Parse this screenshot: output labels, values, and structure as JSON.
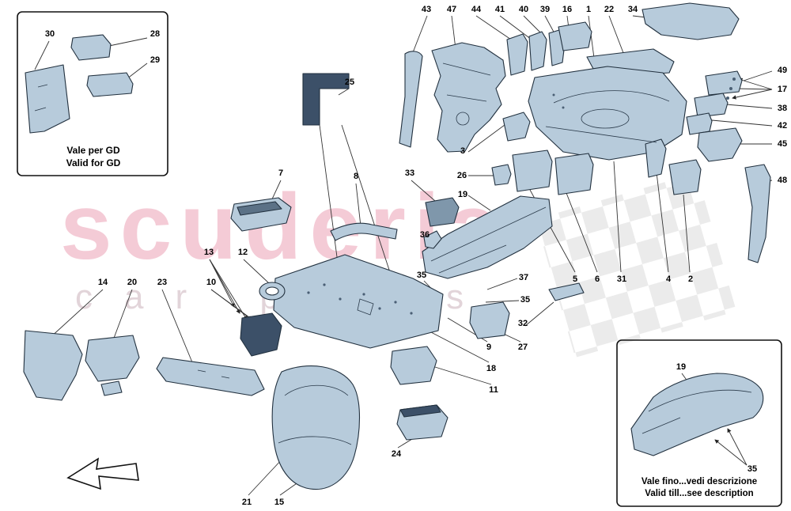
{
  "watermark": {
    "title": "scuderia",
    "subtitle": "car parts"
  },
  "colors": {
    "part_fill": "#b7cbdb",
    "part_outline": "#22313f",
    "dark_part": "#3c5068",
    "watermark_pink": "#e06886"
  },
  "insets": {
    "gd": {
      "label_it": "Vale per GD",
      "label_en": "Valid for GD",
      "callouts": [
        "30",
        "28",
        "29"
      ]
    },
    "validity": {
      "label_it": "Vale fino...vedi descrizione",
      "label_en": "Valid till...see description",
      "callouts": [
        "19",
        "35"
      ]
    }
  },
  "callouts": [
    "43",
    "47",
    "44",
    "41",
    "40",
    "39",
    "16",
    "1",
    "22",
    "34",
    "49",
    "17",
    "38",
    "42",
    "45",
    "48",
    "25",
    "7",
    "8",
    "33",
    "3",
    "26",
    "19",
    "36",
    "13",
    "12",
    "14",
    "20",
    "23",
    "10",
    "35",
    "37",
    "35",
    "32",
    "5",
    "6",
    "31",
    "4",
    "2",
    "9",
    "27",
    "18",
    "11",
    "24",
    "21",
    "15"
  ]
}
